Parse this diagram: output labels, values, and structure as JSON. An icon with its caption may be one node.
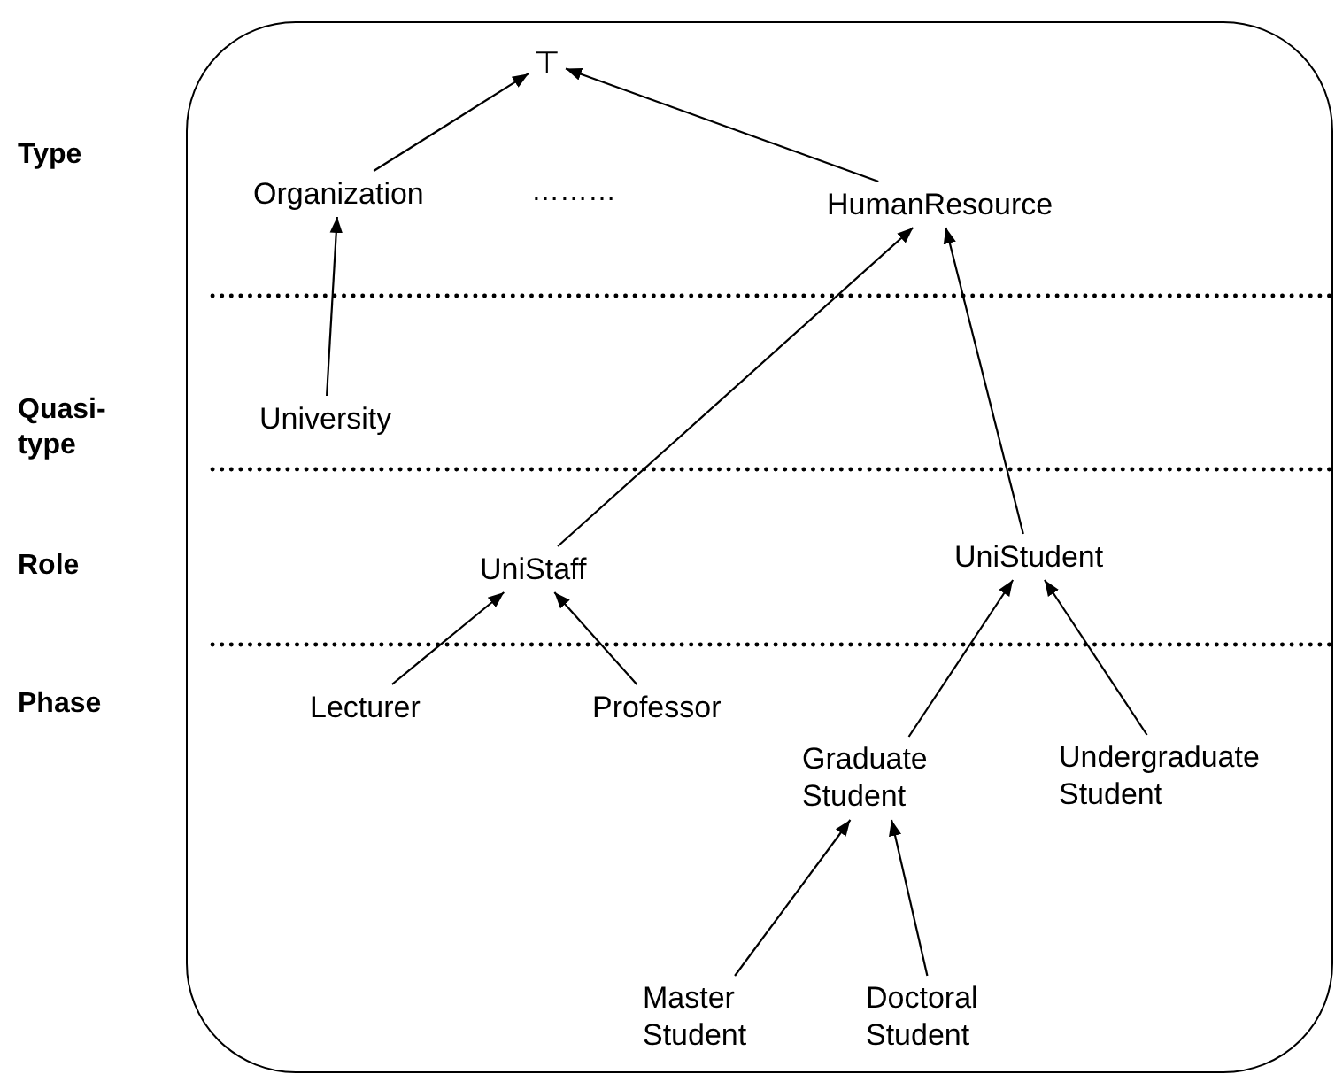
{
  "diagram": {
    "nodes": [
      {
        "text": [],
        "shape": "box"
      },
      {
        "text": [
          "⊤"
        ],
        "in": 0
      },
      {
        "text": [
          "Organization"
        ],
        "in": 0
      },
      {
        "text": [
          "HumanResource"
        ],
        "in": 0
      },
      {
        "text": [
          "University"
        ],
        "in": 0
      },
      {
        "text": [
          "UniStaff"
        ],
        "in": 0
      },
      {
        "text": [
          "UniStudent"
        ],
        "in": 0
      },
      {
        "text": [
          "Lecturer"
        ],
        "in": 0
      },
      {
        "text": [
          "Professor"
        ],
        "in": 0
      },
      {
        "text": [
          "Graduate Student"
        ],
        "in": 0
      },
      {
        "text": [
          "Undergraduate Student"
        ],
        "in": 0
      },
      {
        "text": [
          "Master Student"
        ],
        "in": 0
      },
      {
        "text": [
          "Doctoral Student"
        ],
        "in": 0
      }
    ],
    "edges": [
      {
        "from": 2,
        "to": 1,
        "arrow": "to"
      },
      {
        "from": 3,
        "to": 1,
        "arrow": "to"
      },
      {
        "from": 4,
        "to": 2,
        "arrow": "to"
      },
      {
        "from": 5,
        "to": 3,
        "arrow": "to"
      },
      {
        "from": 6,
        "to": 3,
        "arrow": "to"
      },
      {
        "from": 7,
        "to": 5,
        "arrow": "to"
      },
      {
        "from": 8,
        "to": 5,
        "arrow": "to"
      },
      {
        "from": 9,
        "to": 6,
        "arrow": "to"
      },
      {
        "from": 10,
        "to": 6,
        "arrow": "to"
      },
      {
        "from": 11,
        "to": 9,
        "arrow": "to"
      },
      {
        "from": 12,
        "to": 9,
        "arrow": "to"
      }
    ],
    "labels": [
      "Type",
      "………",
      "Quasi-type",
      "Role",
      "Phase"
    ]
  }
}
